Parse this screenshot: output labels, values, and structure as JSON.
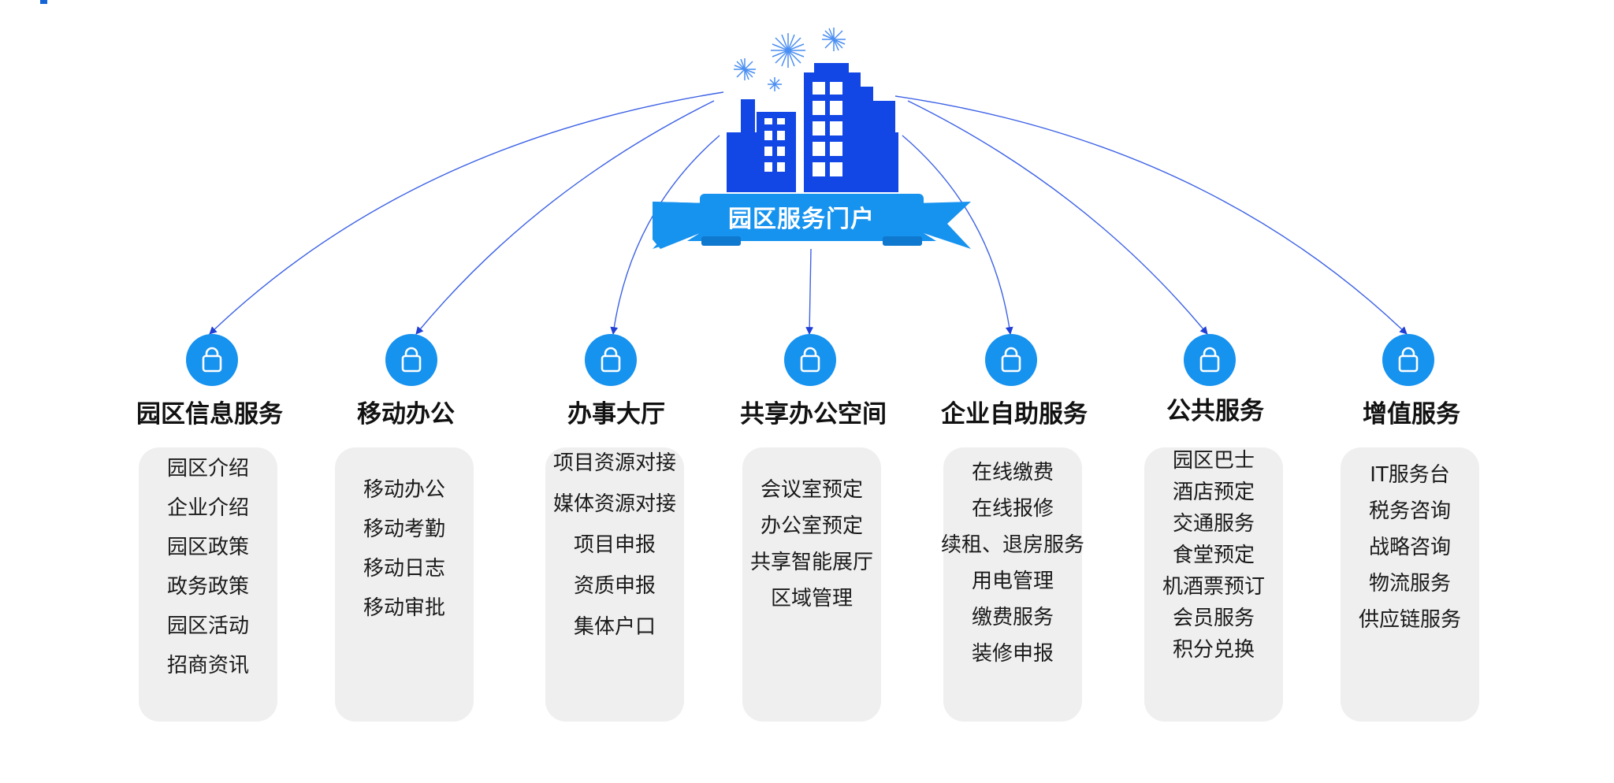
{
  "portal": {
    "title": "园区服务门户",
    "colors": {
      "building": "#1247e6",
      "ribbon": "#1692ef",
      "arrows": "#3d62e6",
      "card": "#efefef"
    }
  },
  "categories": [
    {
      "title": "园区信息服务",
      "icon": "shopping-bag-icon",
      "items": [
        "园区介绍",
        "企业介绍",
        "园区政策",
        "政务政策",
        "园区活动",
        "招商资讯"
      ]
    },
    {
      "title": "移动办公",
      "icon": "shopping-bag-icon",
      "items": [
        "移动办公",
        "移动考勤",
        "移动日志",
        "移动审批"
      ]
    },
    {
      "title": "办事大厅",
      "icon": "shopping-bag-icon",
      "items": [
        "项目资源对接",
        "媒体资源对接",
        "项目申报",
        "资质申报",
        "集体户口"
      ]
    },
    {
      "title": "共享办公空间",
      "icon": "shopping-bag-icon",
      "items": [
        "会议室预定",
        "办公室预定",
        "共享智能展厅",
        "区域管理"
      ]
    },
    {
      "title": "企业自助服务",
      "icon": "shopping-bag-icon",
      "items": [
        "在线缴费",
        "在线报修",
        "续租、退房服务",
        "用电管理",
        "缴费服务",
        "装修申报"
      ]
    },
    {
      "title": "公共服务",
      "icon": "shopping-bag-icon",
      "items": [
        "园区巴士",
        "酒店预定",
        "交通服务",
        "食堂预定",
        "机酒票预订",
        "会员服务",
        "积分兑换"
      ]
    },
    {
      "title": "增值服务",
      "icon": "shopping-bag-icon",
      "items": [
        "IT服务台",
        "税务咨询",
        "战略咨询",
        "物流服务",
        "供应链服务"
      ]
    }
  ]
}
